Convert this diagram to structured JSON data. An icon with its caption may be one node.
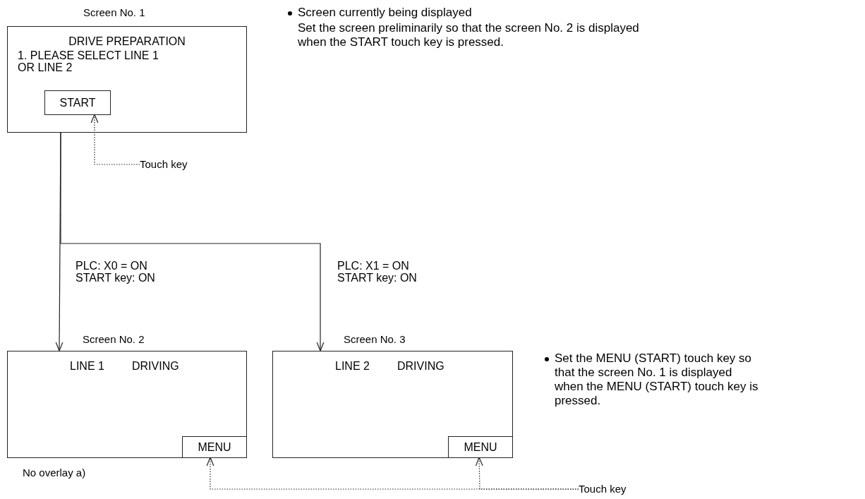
{
  "diagram": {
    "nodes": [
      {
        "text": [
          "DRIVE PREPARATION",
          "1. PLEASE SELECT LINE 1 OR LINE 2"
        ],
        "beside": [
          "Screen No. 1"
        ]
      },
      {
        "text": [
          "START"
        ],
        "in": 0
      },
      {
        "text": [
          "LINE 1",
          "DRIVING"
        ],
        "beside": [
          "Screen No. 2",
          "No overlay a)"
        ]
      },
      {
        "text": [
          "MENU"
        ],
        "in": 2
      },
      {
        "text": [
          "LINE 2",
          "DRIVING"
        ],
        "beside": [
          "Screen No. 3"
        ]
      },
      {
        "text": [
          "MENU"
        ],
        "in": 4
      },
      {
        "text": [
          "Touch key"
        ]
      },
      {
        "text": [
          "Touch key"
        ]
      }
    ],
    "edges": [
      {
        "from": 0,
        "to": 2,
        "arrow": "to",
        "label": "PLC: X0 = ON START key: ON"
      },
      {
        "from": 0,
        "to": 4,
        "arrow": "to",
        "label": "PLC: X1 = ON START key: ON"
      },
      {
        "from": 6,
        "to": 1,
        "arrow": "to",
        "style": "dashed"
      },
      {
        "from": 7,
        "to": 3,
        "arrow": "to",
        "style": "dashed"
      },
      {
        "from": 7,
        "to": 5,
        "arrow": "to",
        "style": "dashed"
      }
    ],
    "labels": [
      "Screen currently being displayed",
      "Set the screen preliminarily so that the screen No. 2 is displayed when the START touch key is pressed.",
      "Set the MENU (START) touch key so that the screen No. 1 is displayed when the MENU (START) touch key is pressed."
    ]
  }
}
